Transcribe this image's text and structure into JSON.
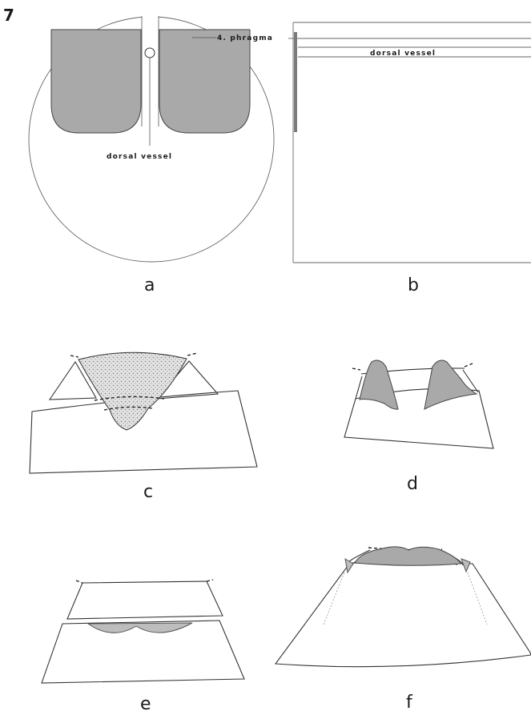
{
  "figure_number": "7",
  "labels": {
    "phragma": "4. phragma",
    "dorsal_vessel_a": "dorsal vessel",
    "dorsal_vessel_b": "dorsal vessel"
  },
  "panels": {
    "a": "a",
    "b": "b",
    "c": "c",
    "d": "d",
    "e": "e",
    "f": "f"
  }
}
